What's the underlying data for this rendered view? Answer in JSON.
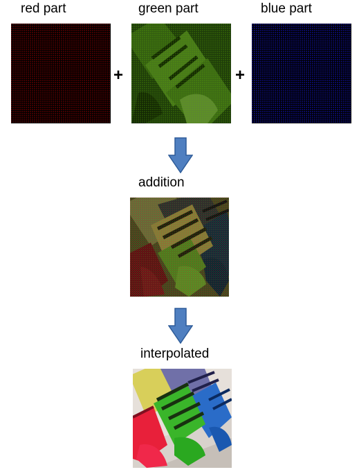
{
  "labels": {
    "red": "red part",
    "green": "green part",
    "blue": "blue part",
    "addition": "addition",
    "interpolated": "interpolated"
  },
  "operators": {
    "plus1": "+",
    "plus2": "+"
  },
  "colors": {
    "arrow_fill": "#4f7fc0",
    "arrow_stroke": "#2e5c99",
    "red_bg": "#1a0000",
    "green_bg": "#1f3d0a",
    "blue_bg": "#000020",
    "addition_bg": "#4a4520",
    "interp_bg": "#e8e0d8"
  }
}
